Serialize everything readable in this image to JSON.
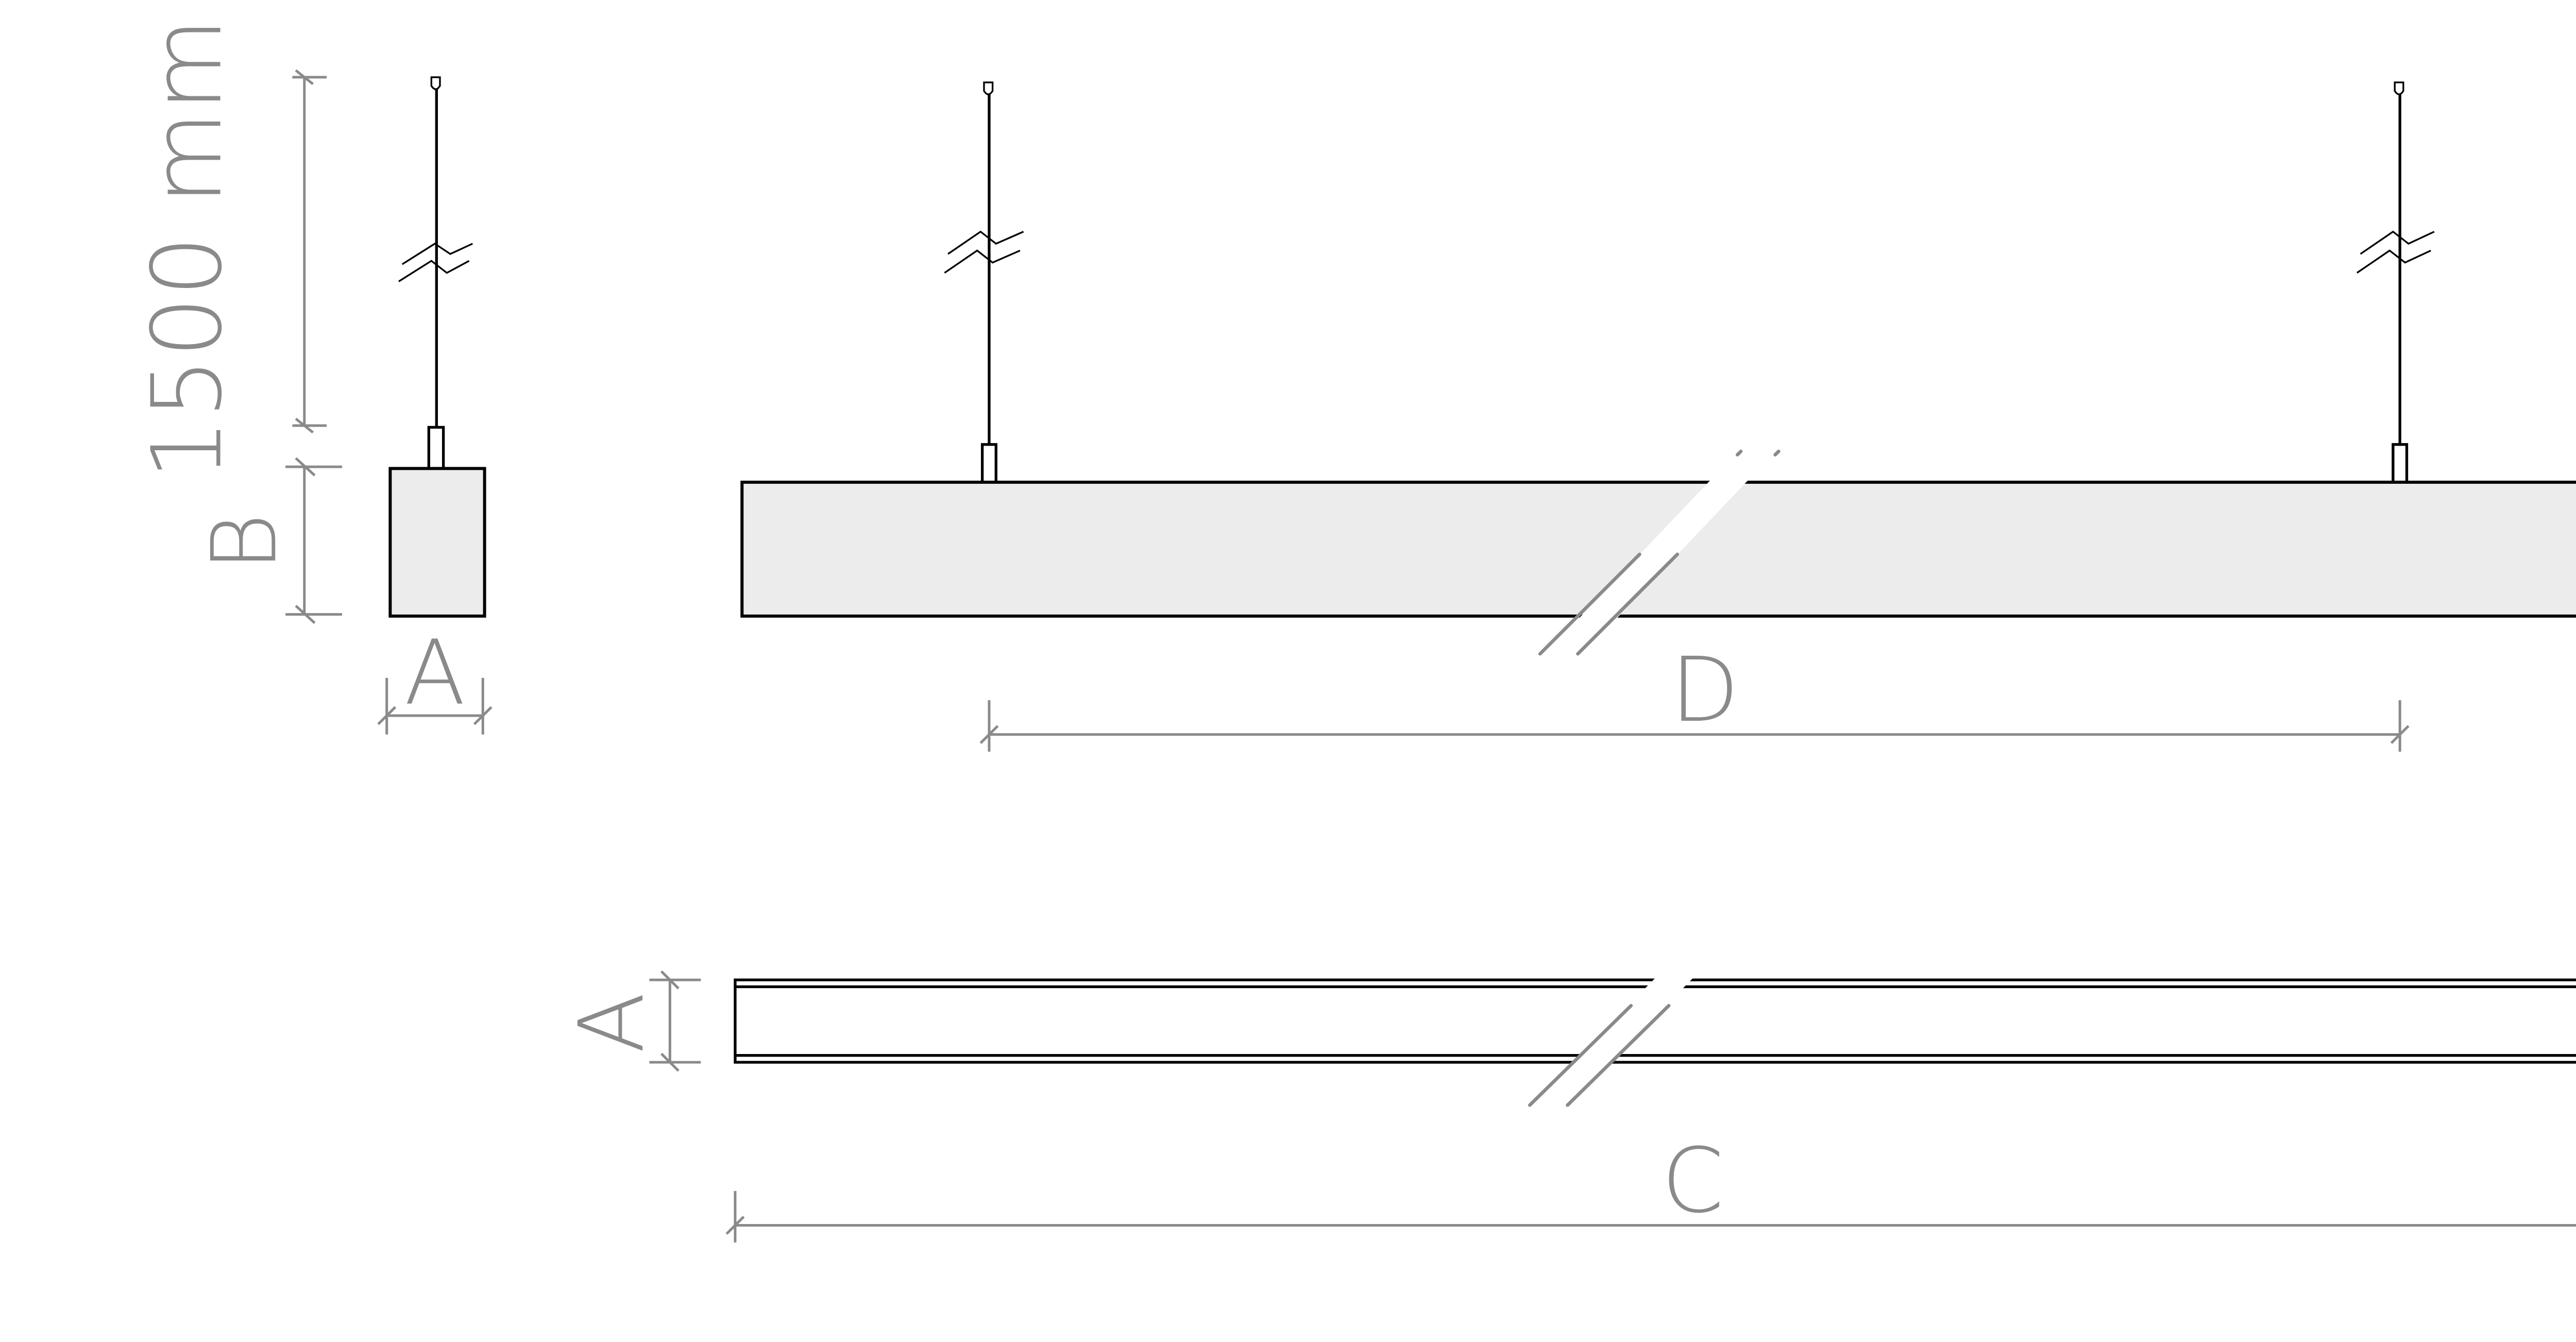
{
  "drawing": {
    "title": "Suspended linear luminaire dimension drawing",
    "labels": {
      "suspension_length": "1500 mm",
      "height": "B",
      "width_side": "A",
      "suspension_distance": "D",
      "width_top": "A",
      "length": "C"
    },
    "colors": {
      "outline": "#000000",
      "body_fill": "#ececec",
      "dimension": "#8a8a8a"
    }
  }
}
